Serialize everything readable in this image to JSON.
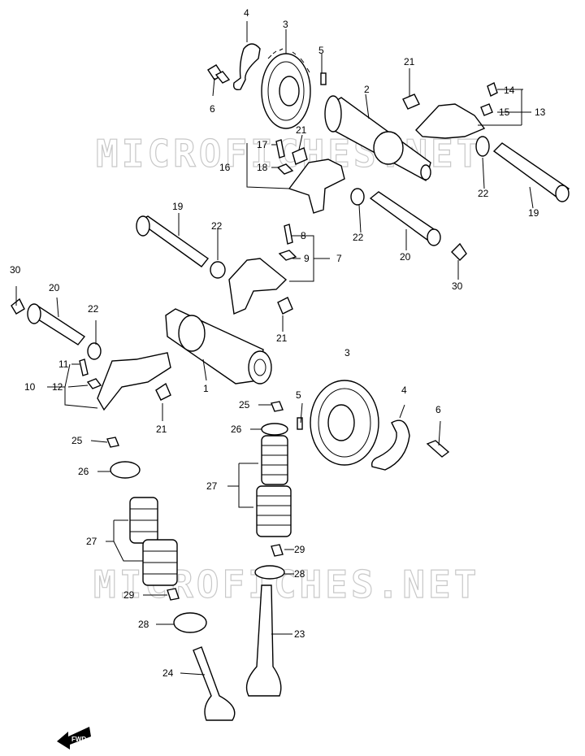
{
  "watermark": "MICROFICHES.NET",
  "fwd_label": "FWD",
  "labels": [
    "1",
    "2",
    "3",
    "4",
    "5",
    "6",
    "7",
    "8",
    "9",
    "10",
    "11",
    "12",
    "13",
    "14",
    "15",
    "16",
    "17",
    "18",
    "19",
    "20",
    "21",
    "22",
    "23",
    "24",
    "25",
    "26",
    "27",
    "28",
    "29",
    "30"
  ]
}
